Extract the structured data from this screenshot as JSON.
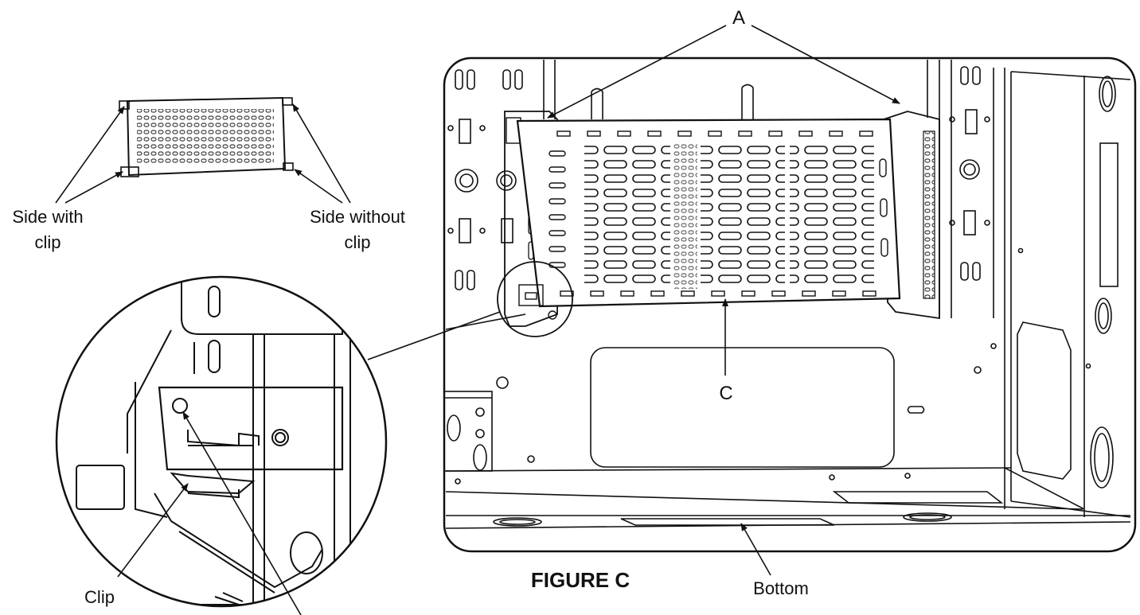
{
  "labels": {
    "a": "A",
    "c": "C",
    "side_with_clip_line1": "Side with",
    "side_with_clip_line2": "clip",
    "side_without_clip_line1": "Side without",
    "side_without_clip_line2": "clip",
    "clip": "Clip",
    "bottom": "Bottom",
    "figure": "FIGURE C"
  }
}
